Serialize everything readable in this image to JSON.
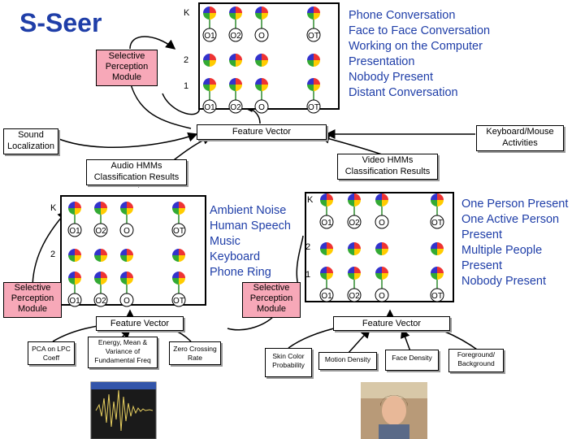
{
  "title": "S-Seer",
  "top_outputs": [
    "Phone Conversation",
    "Face to Face Conversation",
    "Working on the Computer",
    "Presentation",
    "Nobody Present",
    "Distant Conversation"
  ],
  "audio_outputs": [
    "Ambient Noise",
    "Human Speech",
    "Music",
    "Keyboard",
    "Phone Ring"
  ],
  "video_outputs": [
    "One Person Present",
    "One Active Person",
    "Present",
    "Multiple People",
    "Present",
    "Nobody Present"
  ],
  "selective_perception": "Selective Perception Module",
  "sound_localization": "Sound Localization",
  "keyboard_mouse": "Keyboard/Mouse Activities",
  "feature_vector": "Feature Vector",
  "audio_results": "Audio HMMs Classification Results",
  "video_results": "Video HMMs Classification Results",
  "audio_features": [
    "PCA on LPC Coeff",
    "Energy, Mean & Variance of Fundamental Freq",
    "Zero Crossing Rate"
  ],
  "video_features": [
    "Skin Color Probability",
    "Motion Density",
    "Face Density",
    "Foreground/ Background"
  ],
  "hmm_labels": {
    "k": "K",
    "two": "2",
    "one": "1",
    "o1": "O1",
    "o2": "O2",
    "o": "O",
    "ot": "OT"
  },
  "colors": {
    "accent": "#1f3ea8",
    "pink": "#f7a8b8",
    "arrow": "#2e8b2e"
  }
}
